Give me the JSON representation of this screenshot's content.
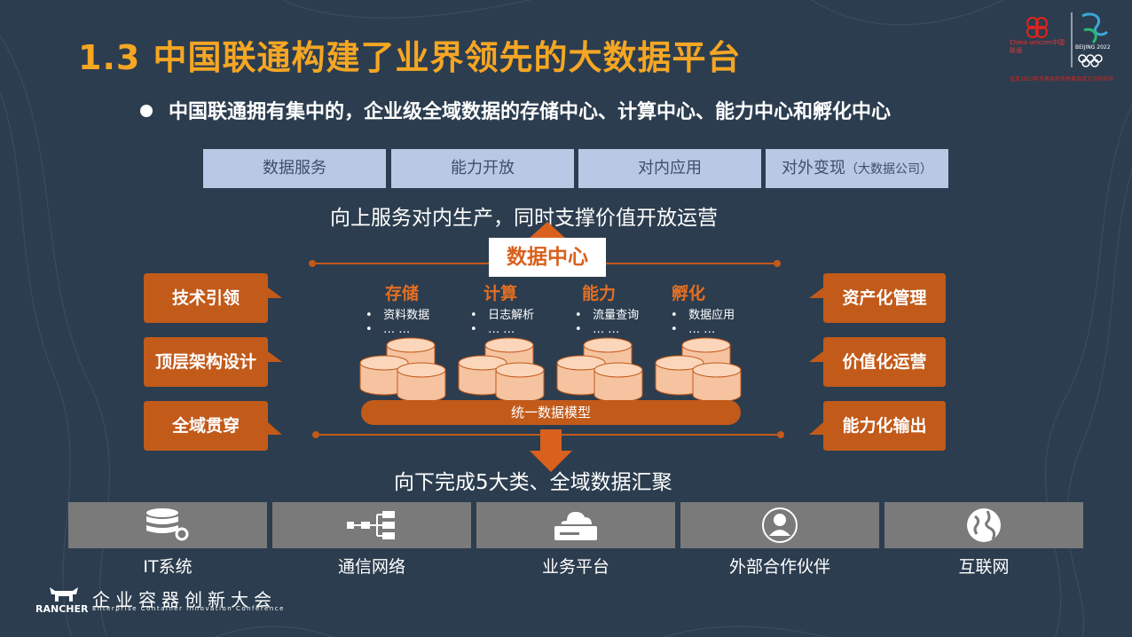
{
  "title": "1.3 中国联通构建了业界领先的大数据平台",
  "bullet": "中国联通拥有集中的，企业级全域数据的存储中心、计算中心、能力中心和孵化中心",
  "logo": {
    "unicom_name": "China unicom中国联通",
    "beijing": "BEIJING 2022",
    "sponsor_text": "北京2022年冬奥会和冬残奥会官方合作伙伴"
  },
  "services": [
    {
      "label": "数据服务",
      "note": ""
    },
    {
      "label": "能力开放",
      "note": ""
    },
    {
      "label": "对内应用",
      "note": ""
    },
    {
      "label": "对外变现",
      "note": "（大数据公司）"
    }
  ],
  "up_text": "向上服务对内生产，同时支撑价值开放运营",
  "center_label": "数据中心",
  "left_buttons": [
    "技术引领",
    "顶层架构设计",
    "全域贯穿"
  ],
  "right_buttons": [
    "资产化管理",
    "价值化运营",
    "能力化输出"
  ],
  "columns": [
    {
      "title": "存储",
      "item": "资料数据",
      "more": "… …"
    },
    {
      "title": "计算",
      "item": "日志解析",
      "more": "… …"
    },
    {
      "title": "能力",
      "item": "流量查询",
      "more": "… …"
    },
    {
      "title": "孵化",
      "item": "数据应用",
      "more": "… …"
    }
  ],
  "model_bar": "统一数据模型",
  "down_text": "向下完成5大类、全域数据汇聚",
  "sources": [
    {
      "label": "IT系统",
      "icon": "database-gear-icon"
    },
    {
      "label": "通信网络",
      "icon": "network-tree-icon"
    },
    {
      "label": "业务平台",
      "icon": "cloud-server-icon"
    },
    {
      "label": "外部合作伙伴",
      "icon": "partner-user-icon"
    },
    {
      "label": "互联网",
      "icon": "globe-icon"
    }
  ],
  "footer": {
    "brand": "RANCHER",
    "conf_cn": "企业容器创新大会",
    "conf_en": "Enterprise Container Innovation Conference"
  },
  "colors": {
    "title": "#f5a623",
    "accent": "#c25a1a",
    "background": "#2c3d4f",
    "service_box": "#b8c9e6"
  }
}
